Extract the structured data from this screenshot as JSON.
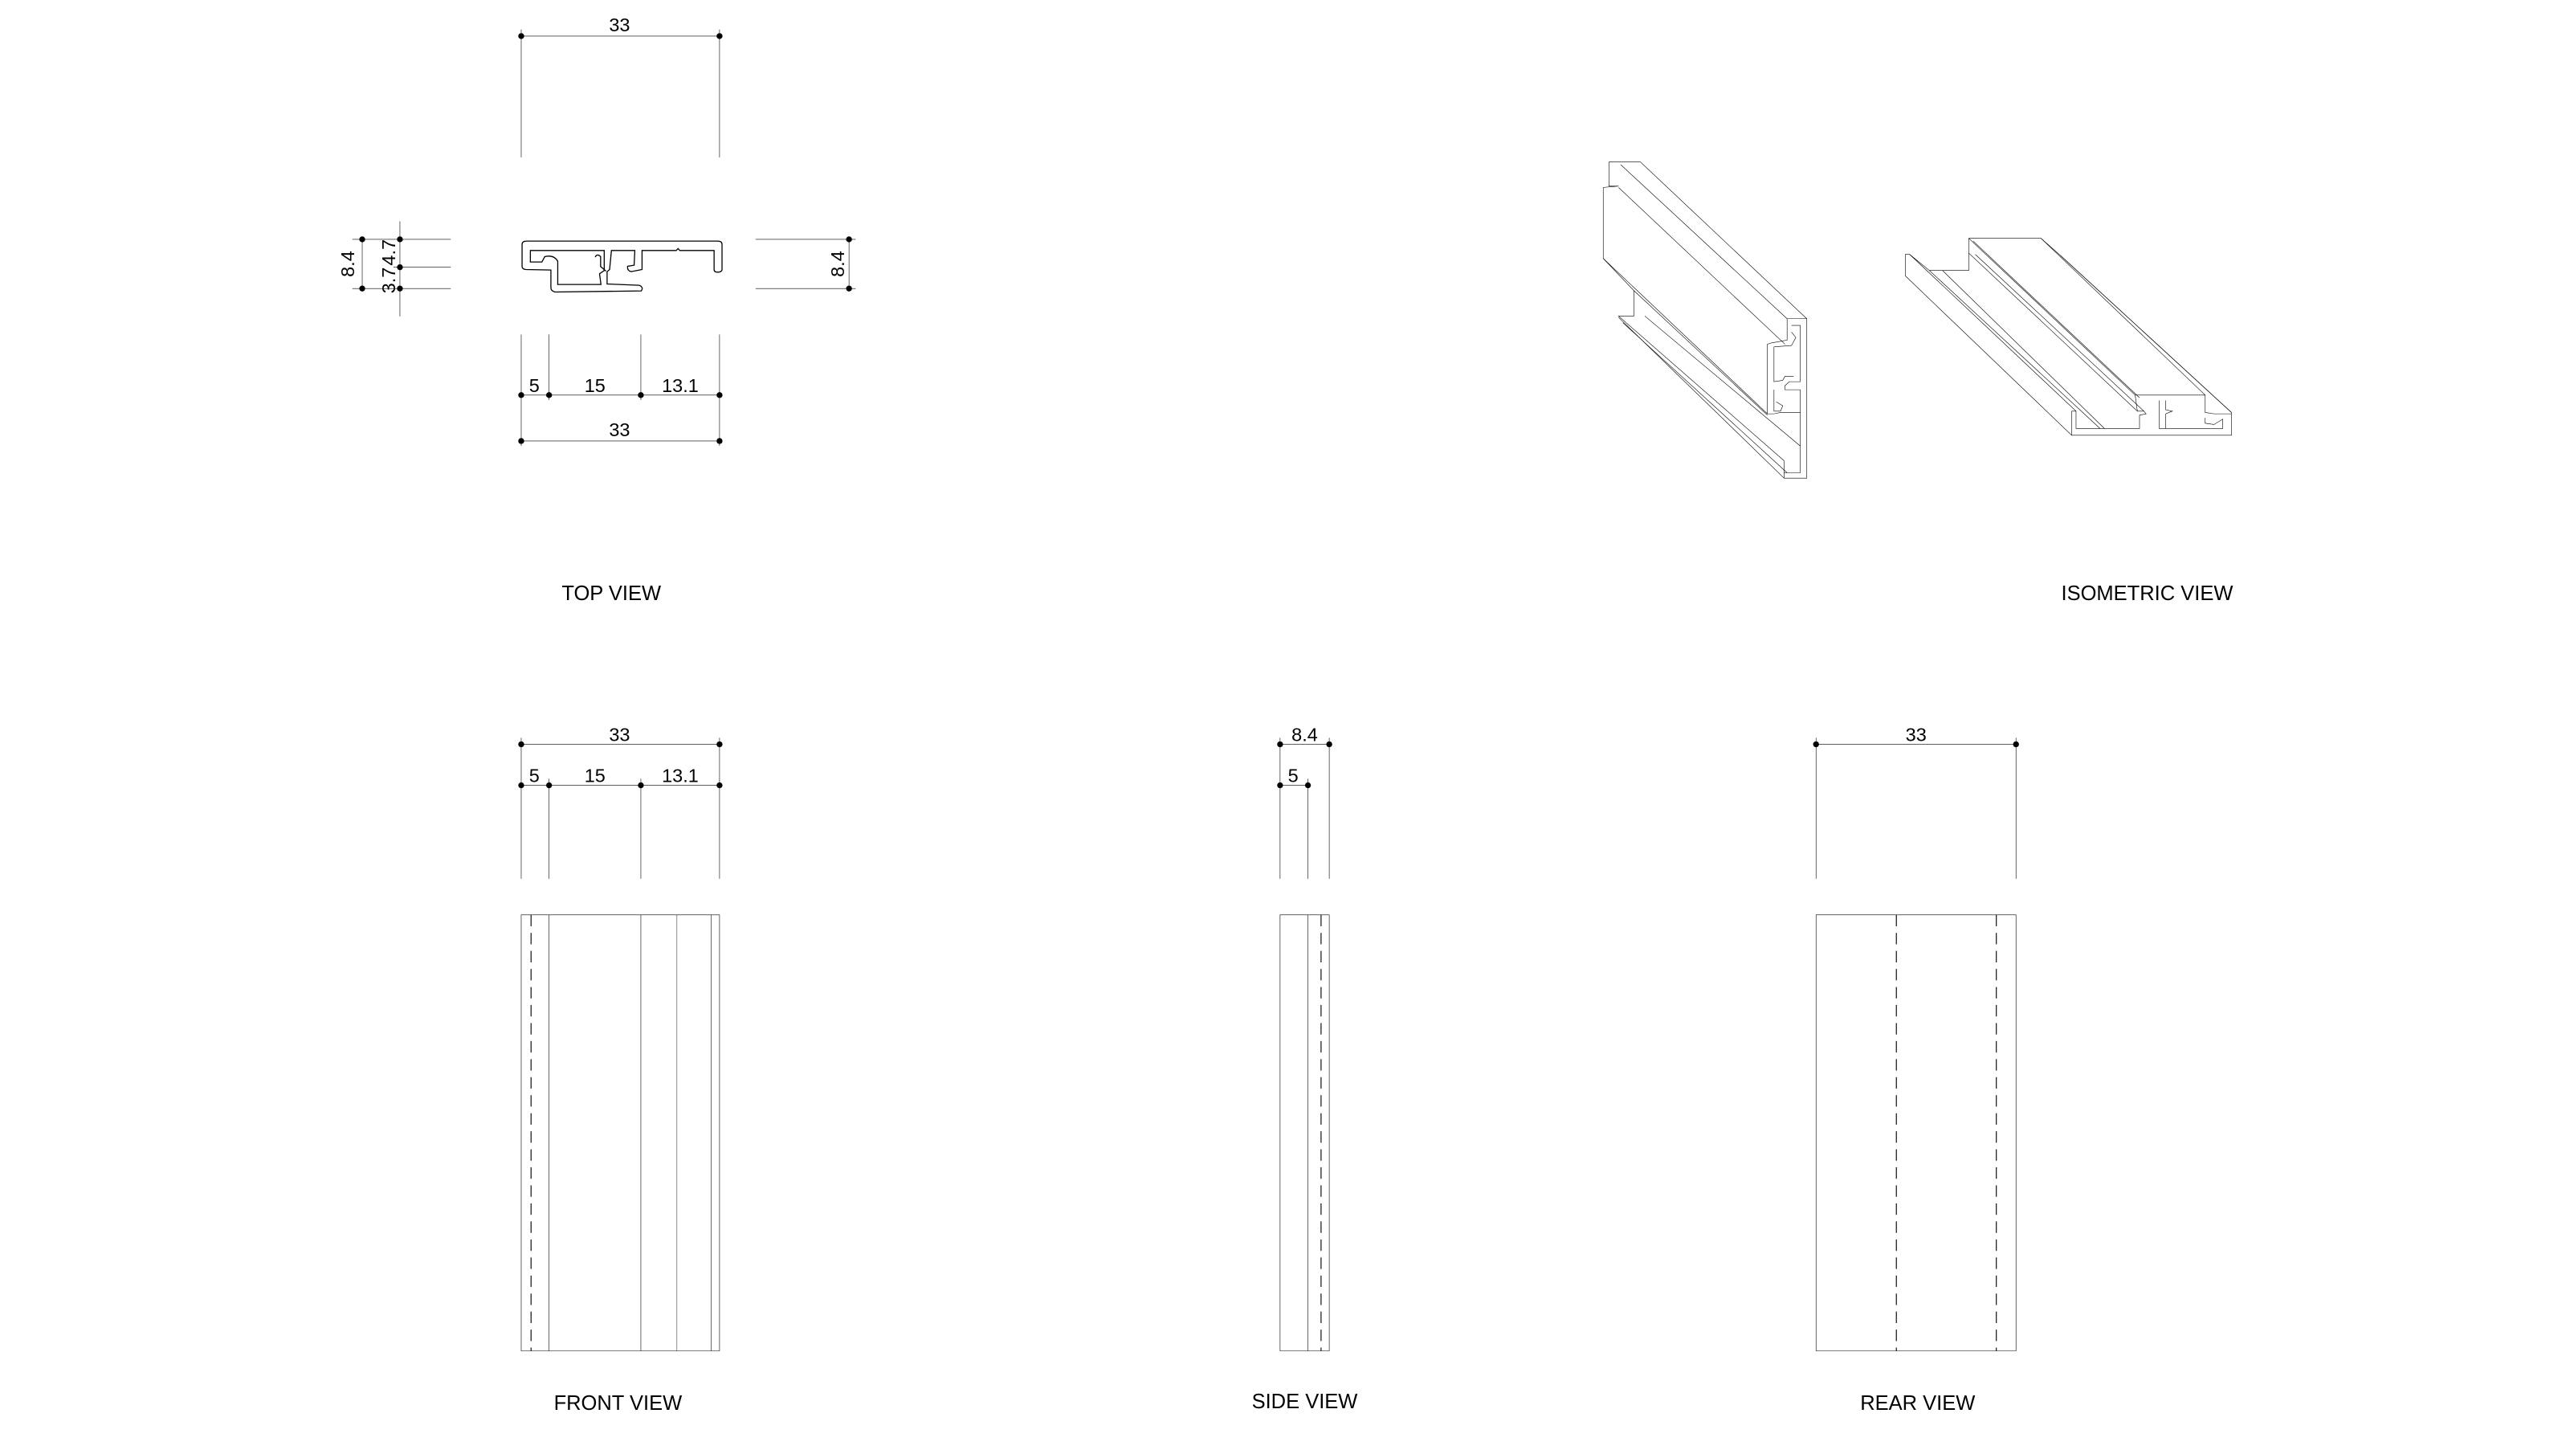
{
  "top_view": {
    "label": "TOP VIEW",
    "dim_top_overall": "33",
    "dim_left_overall": "8.4",
    "dim_left_upper": "4.7",
    "dim_left_lower": "3.7",
    "dim_right_overall": "8.4",
    "dim_bottom_a": "5",
    "dim_bottom_b": "15",
    "dim_bottom_c": "13.1",
    "dim_bottom_overall": "33"
  },
  "isometric_view": {
    "label": "ISOMETRIC VIEW"
  },
  "front_view": {
    "label": "FRONT VIEW",
    "dim_overall": "33",
    "dim_a": "5",
    "dim_b": "15",
    "dim_c": "13.1"
  },
  "side_view": {
    "label": "SIDE VIEW",
    "dim_overall": "8.4",
    "dim_a": "5"
  },
  "rear_view": {
    "label": "REAR VIEW",
    "dim_overall": "33"
  }
}
